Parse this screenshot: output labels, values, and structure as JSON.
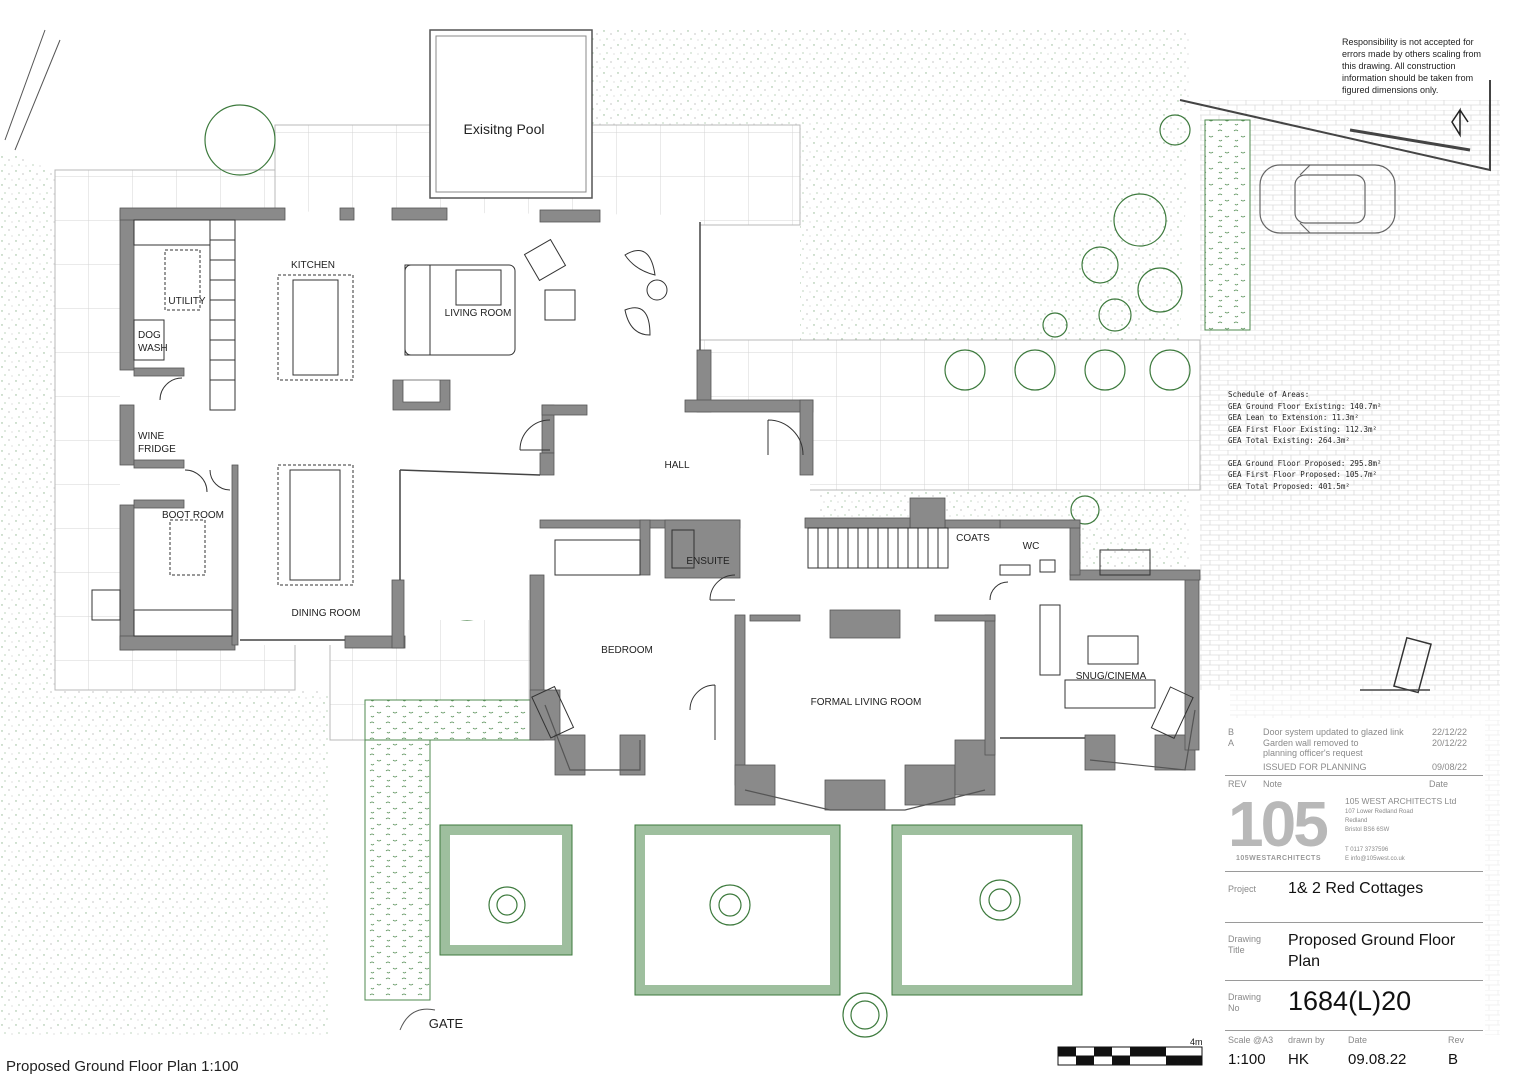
{
  "disclaimer": "Responsibility is not accepted for errors made by others scaling from this drawing. All construction information should be taken from figured dimensions only.",
  "labels": {
    "pool": "Exisitng Pool",
    "kitchen": "KITCHEN",
    "living_room": "LIVING ROOM",
    "utility": "UTILITY",
    "dog_wash_1": "DOG",
    "dog_wash_2": "WASH",
    "wine_1": "WINE",
    "wine_2": "FRIDGE",
    "boot_room": "BOOT ROOM",
    "dining_room": "DINING ROOM",
    "hall": "HALL",
    "ensuite": "ENSUITE",
    "bedroom": "BEDROOM",
    "coats": "COATS",
    "wc": "WC",
    "formal_living": "FORMAL LIVING ROOM",
    "snug": "SNUG/CINEMA",
    "gate": "GATE"
  },
  "schedule": {
    "title": "Schedule of Areas:",
    "rows": [
      "GEA Ground Floor Existing: 140.7m²",
      "GEA Lean to Extension: 11.3m²",
      "GEA First Floor Existing: 112.3m²",
      "GEA Total Existing: 264.3m²",
      "GEA Ground Floor Proposed: 295.8m²",
      "GEA First Floor Proposed: 105.7m²",
      "GEA Total Proposed: 401.5m²"
    ]
  },
  "revisions": [
    {
      "rev": "B",
      "note": "Door system updated to glazed link",
      "date": "22/12/22"
    },
    {
      "rev": "A",
      "note": "Garden wall removed to planning officer's request",
      "date": "20/12/22"
    },
    {
      "rev": "",
      "note": "ISSUED FOR PLANNING",
      "date": "09/08/22"
    }
  ],
  "revision_headers": {
    "rev": "REV",
    "note": "Note",
    "date": "Date"
  },
  "practice": {
    "logo": "105",
    "logo_sub": "105WESTARCHITECTS",
    "name": "105 WEST ARCHITECTS Ltd",
    "address_1": "107 Lower Redland Road",
    "address_2": "Redland",
    "address_3": "Bristol BS6 6SW",
    "tel": "T 0117 3737596",
    "email": "E info@105west.co.uk"
  },
  "title_block": {
    "project_label": "Project",
    "project": "1& 2 Red Cottages",
    "drawing_title_label_1": "Drawing",
    "drawing_title_label_2": "Title",
    "drawing_title_1": "Proposed Ground Floor",
    "drawing_title_2": "Plan",
    "drawing_no_label_1": "Drawing",
    "drawing_no_label_2": "No",
    "drawing_no": "1684(L)20",
    "scale_label": "Scale @A3",
    "drawn_label": "drawn by",
    "date_label": "Date",
    "rev_label": "Rev",
    "scale": "1:100",
    "drawn_by": "HK",
    "date": "09.08.22",
    "rev": "B"
  },
  "scale_bar": {
    "start": "0",
    "end": "4m",
    "ratio": "@1:100"
  },
  "caption": "Proposed Ground Floor Plan 1:100",
  "colors": {
    "wall": "#8a8a8a",
    "wall_dark": "#6e6e6e",
    "hedge": "#3d7a3d",
    "paving": "#d9d9d9",
    "text": "#1a1a1a"
  }
}
